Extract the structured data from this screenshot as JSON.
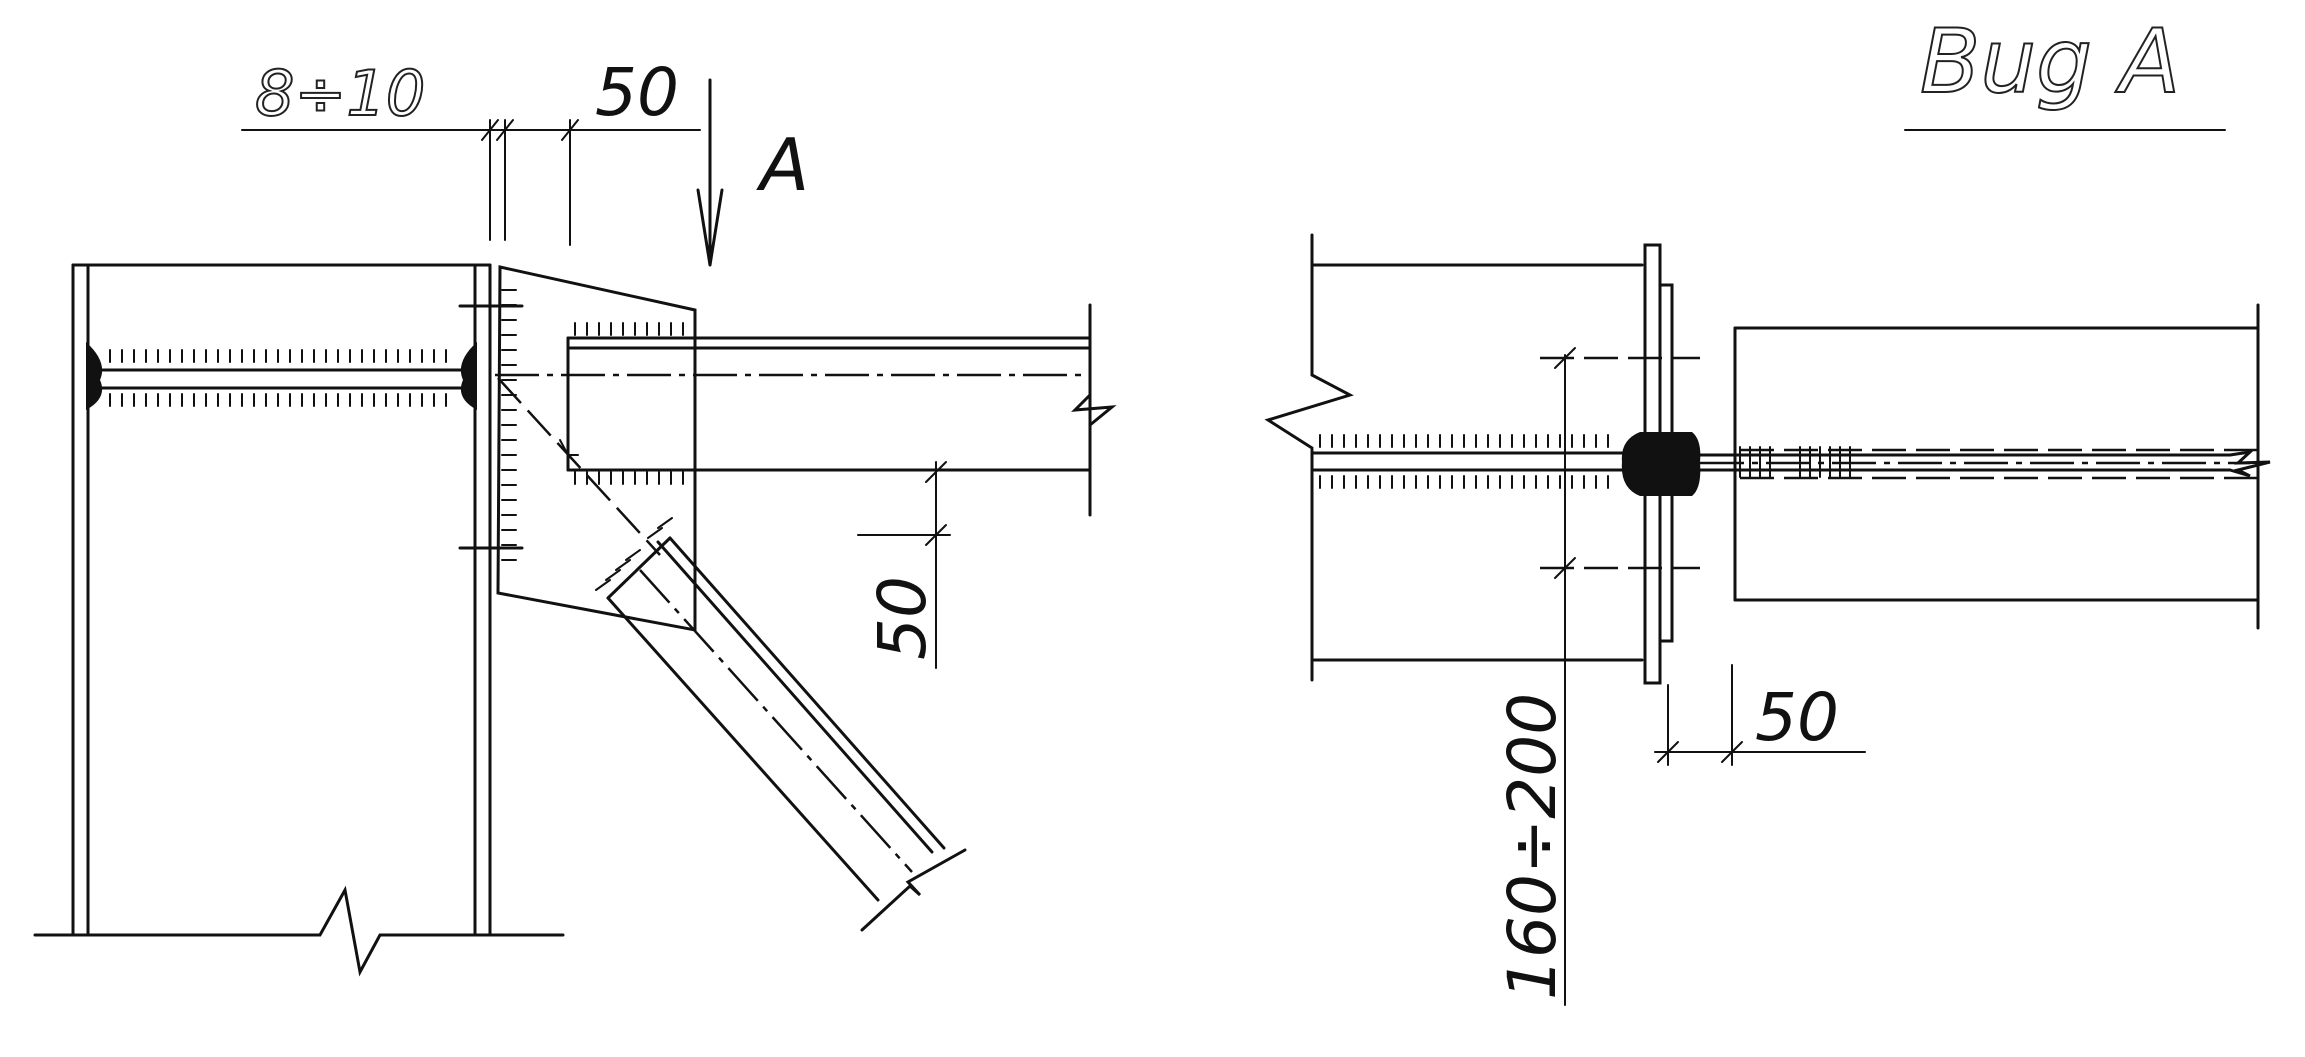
{
  "drawing": {
    "view_title": "Bug A",
    "section_mark": "A",
    "dimensions": {
      "gap": "8÷10",
      "plate_offset_top": "50",
      "brace_offset": "50",
      "plate_height": "160÷200",
      "plate_offset_right": "50"
    }
  }
}
